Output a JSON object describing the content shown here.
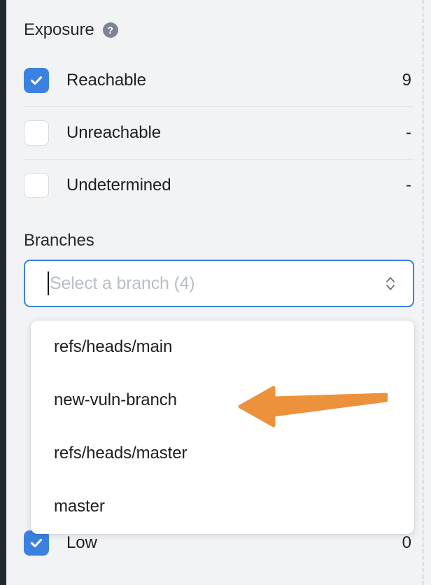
{
  "exposure": {
    "title": "Exposure",
    "help_icon": "question-mark-icon",
    "rows": [
      {
        "label": "Reachable",
        "value": "9",
        "checked": true
      },
      {
        "label": "Unreachable",
        "value": "-",
        "checked": false
      },
      {
        "label": "Undetermined",
        "value": "-",
        "checked": false
      }
    ]
  },
  "branches": {
    "label": "Branches",
    "select": {
      "placeholder": "Select a branch (4)",
      "value": "",
      "selector_icon": "chevron-up-down-icon"
    },
    "dropdown": {
      "items": [
        {
          "label": "refs/heads/main"
        },
        {
          "label": "new-vuln-branch"
        },
        {
          "label": "refs/heads/master"
        },
        {
          "label": "master"
        }
      ]
    }
  },
  "severity_partial": {
    "label": "Low",
    "value": "0",
    "checked": true
  },
  "annotation": {
    "type": "arrow-left",
    "points_to": "new-vuln-branch",
    "color": "#ed923c"
  },
  "colors": {
    "background": "#f1f3f5",
    "accent_blue": "#3b82e0",
    "text": "#1c1f23",
    "muted": "#b9bfc7",
    "divider": "#dde1e6",
    "rail": "#24292f",
    "annotation_orange": "#ed923c"
  }
}
